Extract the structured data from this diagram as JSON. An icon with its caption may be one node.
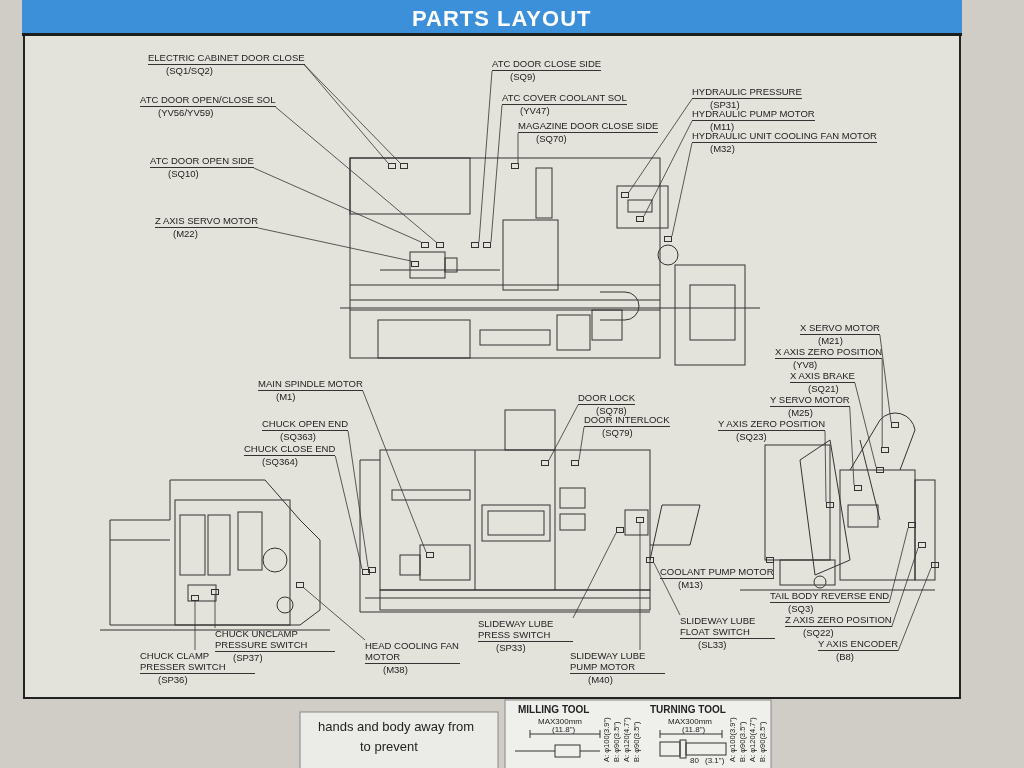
{
  "diagram": {
    "title": "PARTS LAYOUT",
    "nodes": [
      {
        "text": [
          "ELECTRIC CABINET DOOR CLOSE",
          "(SQ1/SQ2)"
        ]
      },
      {
        "text": [
          "ATC DOOR OPEN/CLOSE SOL",
          "(YV56/YV59)"
        ]
      },
      {
        "text": [
          "ATC DOOR OPEN SIDE",
          "(SQ10)"
        ]
      },
      {
        "text": [
          "Z AXIS SERVO MOTOR",
          "(M22)"
        ]
      },
      {
        "text": [
          "ATC DOOR CLOSE SIDE",
          "(SQ9)"
        ]
      },
      {
        "text": [
          "ATC COVER COOLANT SOL",
          "(YV47)"
        ]
      },
      {
        "text": [
          "MAGAZINE DOOR CLOSE SIDE",
          "(SQ70)"
        ]
      },
      {
        "text": [
          "HYDRAULIC PRESSURE",
          "(SP31)"
        ]
      },
      {
        "text": [
          "HYDRAULIC PUMP MOTOR",
          "(M11)"
        ]
      },
      {
        "text": [
          "HYDRAULIC UNIT COOLING FAN MOTOR",
          "(M32)"
        ]
      },
      {
        "text": [
          "MAIN SPINDLE MOTOR",
          "(M1)"
        ]
      },
      {
        "text": [
          "CHUCK OPEN END",
          "(SQ363)"
        ]
      },
      {
        "text": [
          "CHUCK CLOSE END",
          "(SQ364)"
        ]
      },
      {
        "text": [
          "DOOR LOCK",
          "(SQ78)"
        ]
      },
      {
        "text": [
          "DOOR INTERLOCK",
          "(SQ79)"
        ]
      },
      {
        "text": [
          "X SERVO MOTOR",
          "(M21)"
        ]
      },
      {
        "text": [
          "X AXIS ZERO POSITION",
          "(YV8)"
        ]
      },
      {
        "text": [
          "X AXIS BRAKE",
          "(SQ21)"
        ]
      },
      {
        "text": [
          "Y SERVO MOTOR",
          "(M25)"
        ]
      },
      {
        "text": [
          "Y AXIS ZERO POSITION",
          "(SQ23)"
        ]
      },
      {
        "text": [
          "CHUCK CLAMP PRESSER SWITCH",
          "(SP36)"
        ]
      },
      {
        "text": [
          "CHUCK UNCLAMP PRESSURE SWITCH",
          "(SP37)"
        ]
      },
      {
        "text": [
          "HEAD COOLING FAN MOTOR",
          "(M38)"
        ]
      },
      {
        "text": [
          "SLIDEWAY LUBE PRESS SWITCH",
          "(SP33)"
        ]
      },
      {
        "text": [
          "SLIDEWAY LUBE PUMP MOTOR",
          "(M40)"
        ]
      },
      {
        "text": [
          "SLIDEWAY LUBE FLOAT SWITCH",
          "(SL33)"
        ]
      },
      {
        "text": [
          "COOLANT PUMP MOTOR",
          "(M13)"
        ]
      },
      {
        "text": [
          "TAIL BODY REVERSE END",
          "(SQ3)"
        ]
      },
      {
        "text": [
          "Z AXIS ZERO POSITION",
          "(SQ22)"
        ]
      },
      {
        "text": [
          "Y AXIS ENCODER",
          "(B8)"
        ]
      },
      {
        "text": [],
        "shape": "box"
      },
      {
        "text": [],
        "shape": "box"
      },
      {
        "text": [],
        "shape": "box"
      },
      {
        "text": [],
        "shape": "box"
      },
      {
        "text": [],
        "shape": "box"
      },
      {
        "text": [],
        "shape": "box"
      },
      {
        "text": [],
        "shape": "box"
      },
      {
        "text": [],
        "shape": "box"
      },
      {
        "text": [],
        "shape": "box"
      },
      {
        "text": [],
        "shape": "box"
      },
      {
        "text": [],
        "shape": "box"
      },
      {
        "text": [],
        "shape": "box"
      },
      {
        "text": [],
        "shape": "box"
      },
      {
        "text": [],
        "shape": "box"
      },
      {
        "text": [],
        "shape": "box"
      },
      {
        "text": [],
        "shape": "box"
      },
      {
        "text": [],
        "shape": "box"
      },
      {
        "text": [],
        "shape": "box"
      },
      {
        "text": [],
        "shape": "box"
      },
      {
        "text": [],
        "shape": "box"
      },
      {
        "text": [],
        "shape": "box"
      },
      {
        "text": [],
        "shape": "box"
      },
      {
        "text": [],
        "shape": "box"
      },
      {
        "text": [],
        "shape": "box"
      },
      {
        "text": [],
        "shape": "box"
      },
      {
        "text": [],
        "shape": "box"
      },
      {
        "text": [],
        "shape": "box"
      },
      {
        "text": [],
        "shape": "box"
      },
      {
        "text": [],
        "shape": "box"
      },
      {
        "text": [],
        "shape": "box"
      },
      {
        "text": [],
        "shape": "box"
      }
    ],
    "edges": [
      {
        "from": 0,
        "to": 30,
        "arrow": "none"
      },
      {
        "from": 0,
        "to": 31,
        "arrow": "none"
      },
      {
        "from": 1,
        "to": 32,
        "arrow": "none"
      },
      {
        "from": 2,
        "to": 33,
        "arrow": "none"
      },
      {
        "from": 3,
        "to": 34,
        "arrow": "none"
      },
      {
        "from": 4,
        "to": 35,
        "arrow": "none"
      },
      {
        "from": 5,
        "to": 36,
        "arrow": "none"
      },
      {
        "from": 6,
        "to": 37,
        "arrow": "none"
      },
      {
        "from": 7,
        "to": 38,
        "arrow": "none"
      },
      {
        "from": 8,
        "to": 39,
        "arrow": "none"
      },
      {
        "from": 9,
        "to": 40,
        "arrow": "none"
      },
      {
        "from": 10,
        "to": 41,
        "arrow": "none"
      },
      {
        "from": 11,
        "to": 42,
        "arrow": "none"
      },
      {
        "from": 12,
        "to": 43,
        "arrow": "none"
      },
      {
        "from": 13,
        "to": 44,
        "arrow": "none"
      },
      {
        "from": 14,
        "to": 45,
        "arrow": "none"
      },
      {
        "from": 15,
        "to": 46,
        "arrow": "none"
      },
      {
        "from": 16,
        "to": 47,
        "arrow": "none"
      },
      {
        "from": 17,
        "to": 48,
        "arrow": "none"
      },
      {
        "from": 18,
        "to": 49,
        "arrow": "none"
      },
      {
        "from": 19,
        "to": 50,
        "arrow": "none"
      },
      {
        "from": 20,
        "to": 51,
        "arrow": "none"
      },
      {
        "from": 21,
        "to": 52,
        "arrow": "none"
      },
      {
        "from": 22,
        "to": 53,
        "arrow": "none"
      },
      {
        "from": 23,
        "to": 54,
        "arrow": "none"
      },
      {
        "from": 24,
        "to": 55,
        "arrow": "none"
      },
      {
        "from": 25,
        "to": 56,
        "arrow": "none"
      },
      {
        "from": 26,
        "to": 57,
        "arrow": "none"
      },
      {
        "from": 27,
        "to": 58,
        "arrow": "none"
      },
      {
        "from": 28,
        "to": 59,
        "arrow": "none"
      },
      {
        "from": 29,
        "to": 60,
        "arrow": "none"
      }
    ],
    "labels": [
      "MILLING TOOL",
      "MAX300mm",
      "(11.8\")",
      "A: φ100(3.9\")",
      "B: φ90(3.5\")",
      "A: φ120(4.7\")",
      "B: φ90(3.5\")",
      "TURNING TOOL",
      "MAX300mm",
      "(11.8\")",
      "A: φ100(3.9\")",
      "B: φ90(3.5\")",
      "A: φ120(4.7\")",
      "B: φ90(3.5\")",
      "80",
      "(3.1\")",
      "hands and body away from",
      "to prevent"
    ]
  }
}
